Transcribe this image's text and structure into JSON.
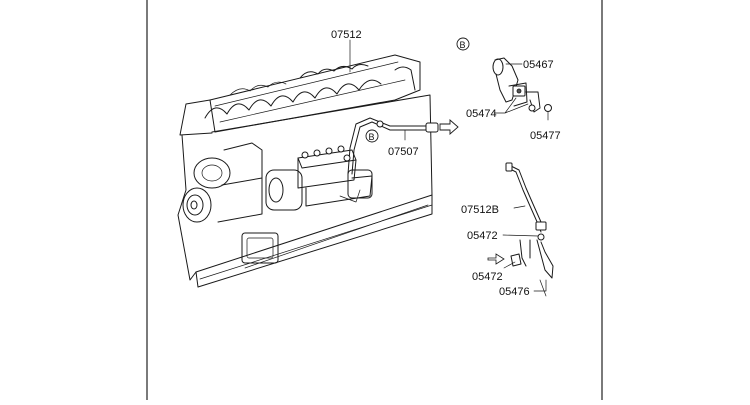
{
  "diagram": {
    "labels": {
      "harness_main": "07512",
      "view_b_marker": "B",
      "bracket_top": "05467",
      "bracket_part": "05474",
      "bolt": "05477",
      "connector_cable": "07507",
      "callout_b": "B",
      "harness_alt": "07512B",
      "clip_upper": "05472",
      "clip_lower": "05472",
      "bracket_lower": "05476"
    }
  }
}
